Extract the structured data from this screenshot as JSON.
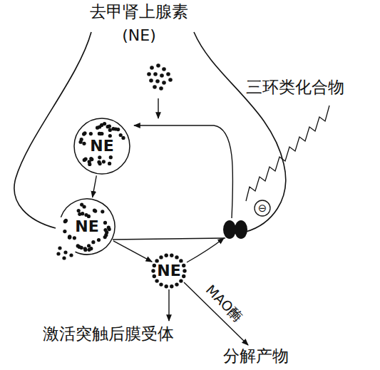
{
  "diagram": {
    "nodes": [
      {
        "text": [
          "NE"
        ]
      },
      {
        "text": [
          "NE"
        ]
      },
      {
        "text": [
          "NE"
        ]
      }
    ],
    "edges": [
      {
        "from": 0,
        "to": 1,
        "arrow": "to"
      },
      {
        "from": 1,
        "to": 2,
        "arrow": "to"
      }
    ],
    "labels": [
      "去甲肾上腺素",
      "(NE)",
      "三环类化合物",
      "⊖",
      "MAO酶",
      "激活突触后膜受体",
      "分解产物"
    ]
  }
}
